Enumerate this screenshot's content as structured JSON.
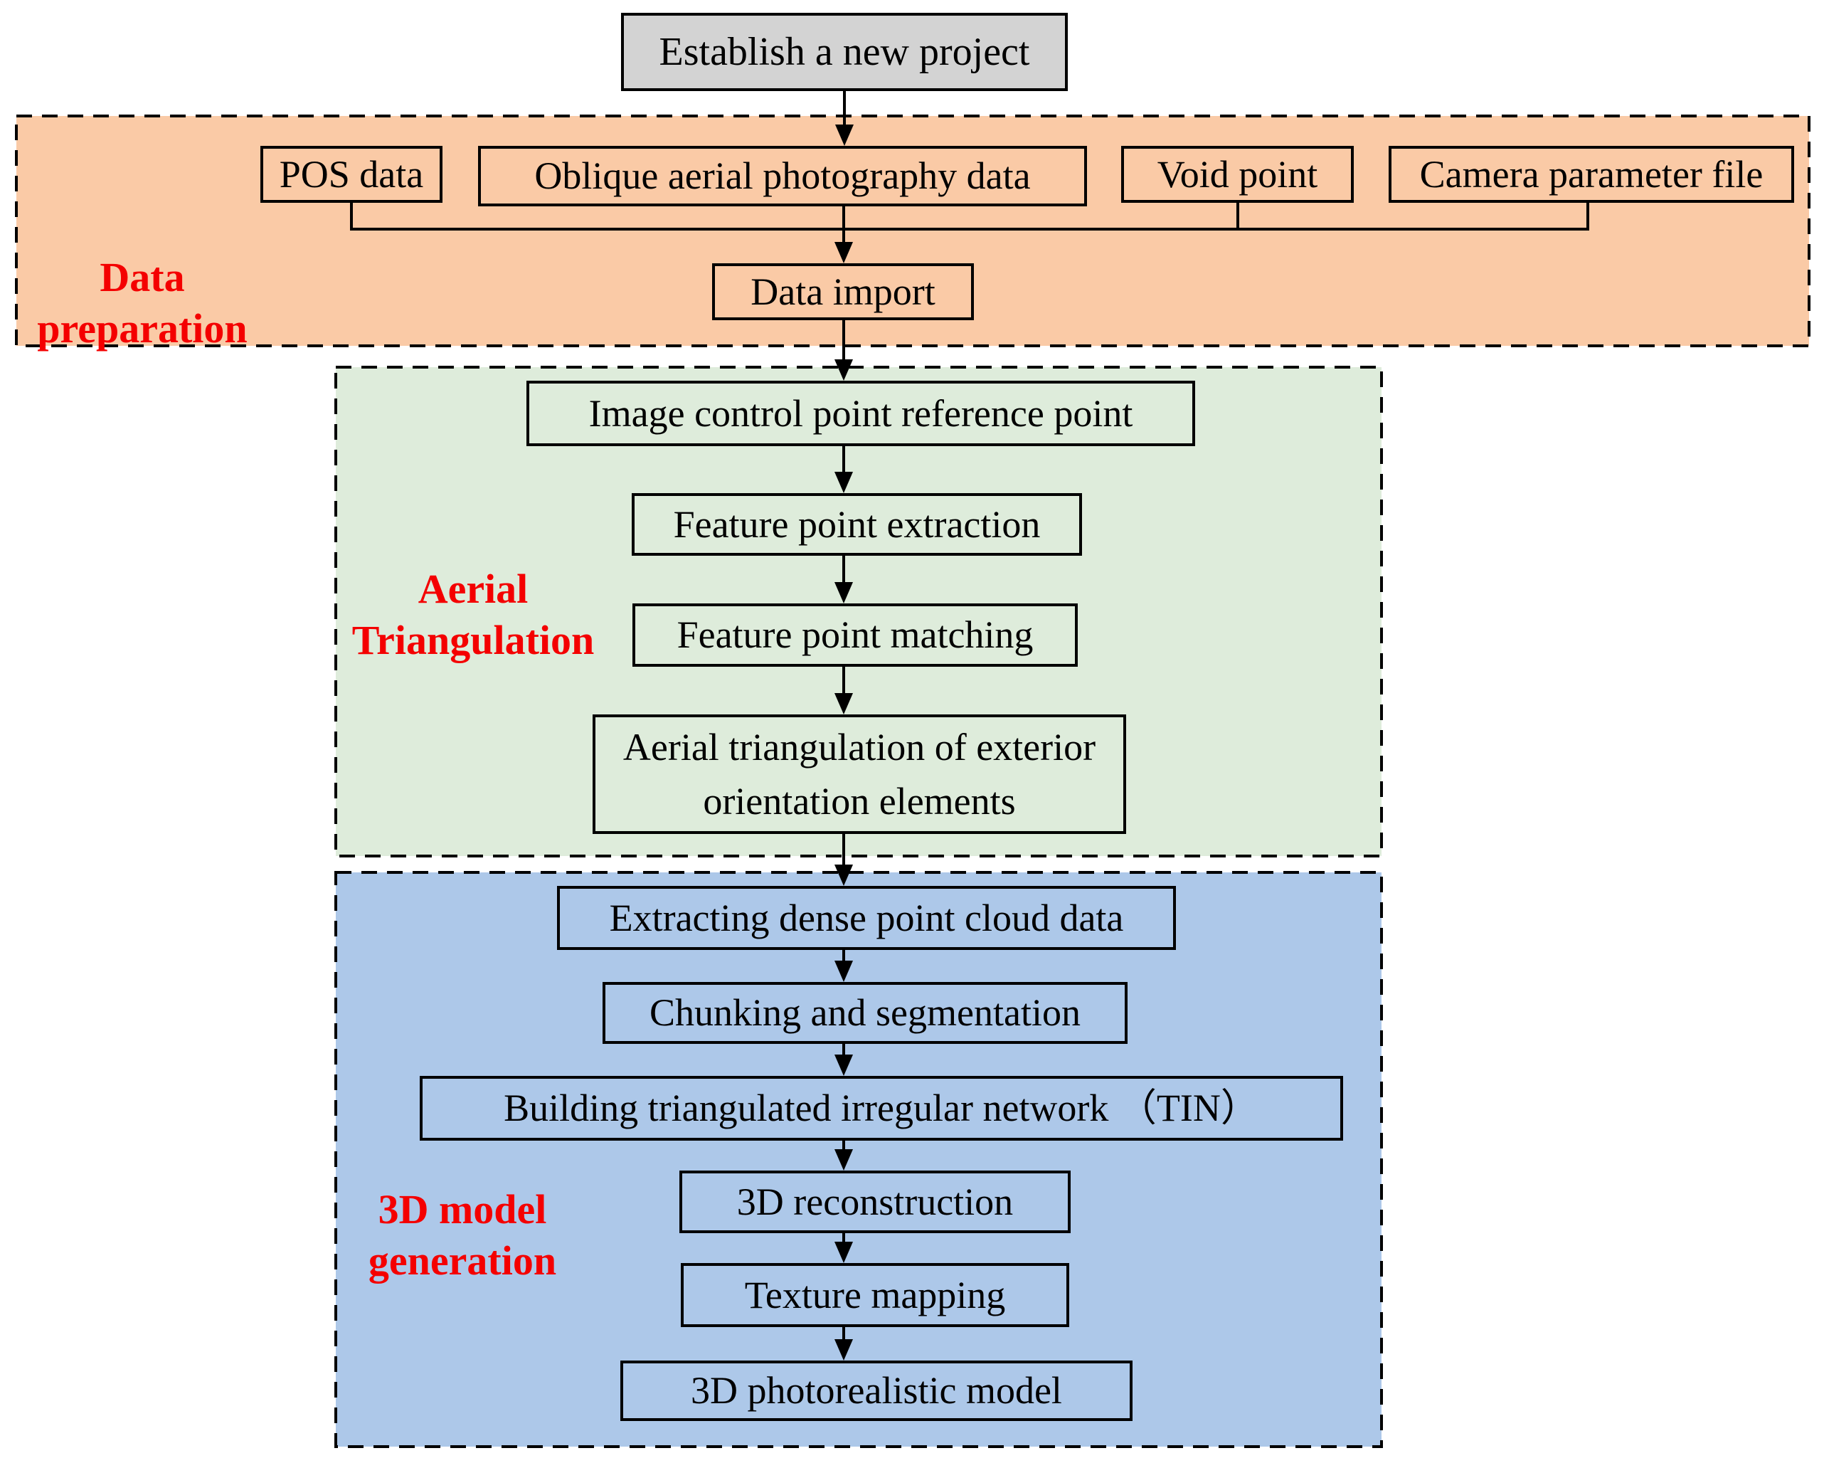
{
  "flowchart": {
    "start": "Establish a new project",
    "sections": [
      {
        "name": "Data preparation",
        "label_lines": [
          "Data",
          "preparation"
        ],
        "fill": "#FACAA6",
        "boxes": [
          "POS data",
          "Oblique aerial photography data",
          "Void point",
          "Camera parameter file",
          "Data import"
        ]
      },
      {
        "name": "Aerial Triangulation",
        "label_lines": [
          "Aerial",
          "Triangulation"
        ],
        "fill": "#DEECDB",
        "boxes": [
          "Image control point reference point",
          "Feature point extraction",
          "Feature point matching",
          "Aerial triangulation of exterior orientation elements"
        ]
      },
      {
        "name": "3D model generation",
        "label_lines": [
          "3D model",
          "generation"
        ],
        "fill": "#ADC8E9",
        "boxes": [
          "Extracting dense point cloud data",
          "Chunking and segmentation",
          "Building triangulated irregular network （TIN）",
          "3D reconstruction",
          "Texture mapping",
          "3D photorealistic model"
        ]
      }
    ],
    "colors": {
      "start_fill": "#D3D3D3",
      "section_label_red": "#F40000",
      "data_preparation_fill": "#FACAA6",
      "aerial_triangulation_fill": "#DEECDB",
      "model_generation_fill": "#ADC8E9",
      "line_and_border": "#000000"
    }
  }
}
